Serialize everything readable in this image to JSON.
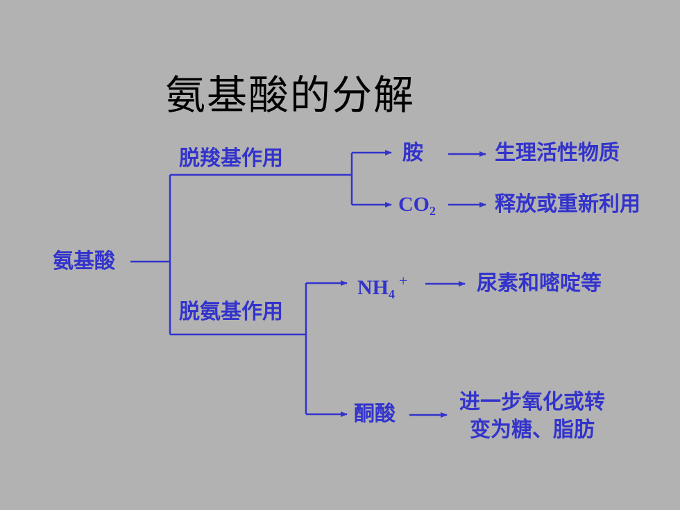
{
  "title": "氨基酸的分解",
  "root": "氨基酸",
  "branches": {
    "decarboxylation": "脱羧基作用",
    "deamination": "脱氨基作用"
  },
  "products": {
    "amine": "胺",
    "co2_main": "CO",
    "co2_sub": "2",
    "nh4_main": "NH",
    "nh4_sub": "4",
    "nh4_sup": "+",
    "keto_acid": "酮酸"
  },
  "fates": {
    "amine_fate": "生理活性物质",
    "co2_fate": "释放或重新利用",
    "nh4_fate": "尿素和嘧啶等",
    "keto_fate_line1": "进一步氧化或转",
    "keto_fate_line2": "变为糖、脂肪"
  },
  "colors": {
    "background": "#b2b2b2",
    "accent": "#3333cc",
    "title": "#000000"
  }
}
